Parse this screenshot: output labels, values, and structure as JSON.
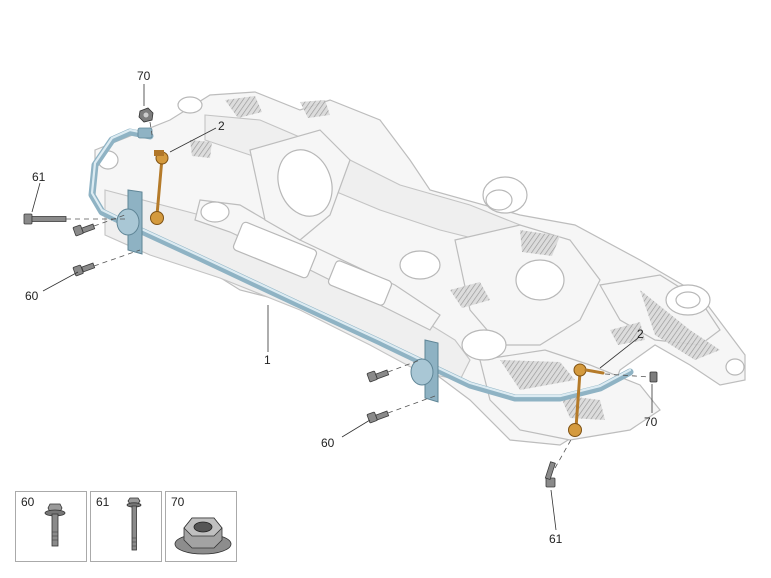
{
  "callouts": {
    "top_left_nut": "70",
    "top_link": "2",
    "left_long_bolt": "61",
    "left_short_bolt": "60",
    "stabilizer_bar": "1",
    "right_link": "2",
    "right_nut": "70",
    "bottom_short_bolt": "60",
    "bottom_long_bolt": "61"
  },
  "legend": [
    {
      "id": "60",
      "icon": "flange-bolt-icon"
    },
    {
      "id": "61",
      "icon": "long-bolt-icon"
    },
    {
      "id": "70",
      "icon": "flange-nut-icon"
    }
  ],
  "colors": {
    "stabilizer_bar": "#8fb3c4",
    "coupling_rod": "#d49a3e",
    "subframe": "#f6f6f6",
    "hatching": "#9a9a9a"
  }
}
